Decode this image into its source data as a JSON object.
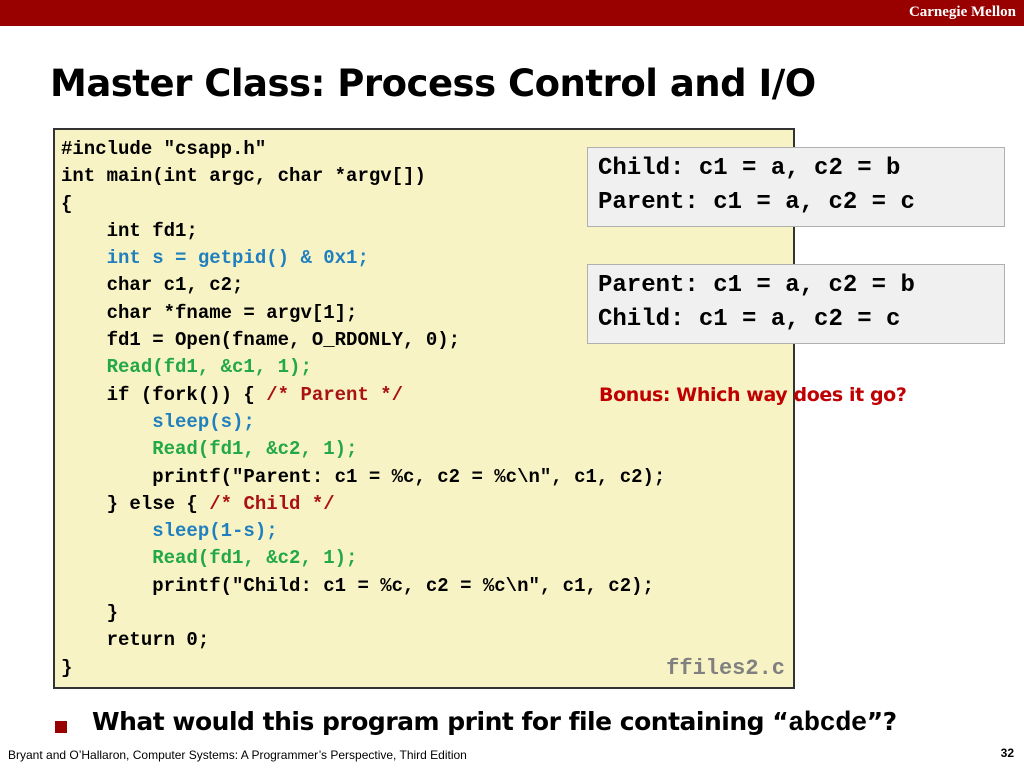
{
  "header": {
    "org": "Carnegie Mellon"
  },
  "slide": {
    "title": "Master Class: Process Control and I/O"
  },
  "code": {
    "filename": "ffiles2.c",
    "lines": [
      {
        "segments": [
          {
            "text": "#include \"csapp.h\"",
            "color": "black"
          }
        ]
      },
      {
        "segments": [
          {
            "text": "int main(int argc, char *argv[])",
            "color": "black"
          }
        ]
      },
      {
        "segments": [
          {
            "text": "{",
            "color": "black"
          }
        ]
      },
      {
        "segments": [
          {
            "text": "    int fd1;",
            "color": "black"
          }
        ]
      },
      {
        "segments": [
          {
            "text": "    int s = getpid() & 0x1;",
            "color": "blue"
          }
        ]
      },
      {
        "segments": [
          {
            "text": "    char c1, c2;",
            "color": "black"
          }
        ]
      },
      {
        "segments": [
          {
            "text": "    char *fname = argv[1];",
            "color": "black"
          }
        ]
      },
      {
        "segments": [
          {
            "text": "    fd1 = Open(fname, O_RDONLY, 0);",
            "color": "black"
          }
        ]
      },
      {
        "segments": [
          {
            "text": "    Read(fd1, &c1, 1);",
            "color": "green"
          }
        ]
      },
      {
        "segments": [
          {
            "text": "    if (fork()) { ",
            "color": "black"
          },
          {
            "text": "/* Parent */",
            "color": "red"
          }
        ]
      },
      {
        "segments": [
          {
            "text": "        sleep(s);",
            "color": "blue"
          }
        ]
      },
      {
        "segments": [
          {
            "text": "        Read(fd1, &c2, 1);",
            "color": "green"
          }
        ]
      },
      {
        "segments": [
          {
            "text": "        printf(\"Parent: c1 = %c, c2 = %c\\n\", c1, c2);",
            "color": "black"
          }
        ]
      },
      {
        "segments": [
          {
            "text": "    } else { ",
            "color": "black"
          },
          {
            "text": "/* Child */",
            "color": "red"
          }
        ]
      },
      {
        "segments": [
          {
            "text": "        sleep(1-s);",
            "color": "blue"
          }
        ]
      },
      {
        "segments": [
          {
            "text": "        Read(fd1, &c2, 1);",
            "color": "green"
          }
        ]
      },
      {
        "segments": [
          {
            "text": "        printf(\"Child: c1 = %c, c2 = %c\\n\", c1, c2);",
            "color": "black"
          }
        ]
      },
      {
        "segments": [
          {
            "text": "    }",
            "color": "black"
          }
        ]
      },
      {
        "segments": [
          {
            "text": "    return 0;",
            "color": "black"
          }
        ]
      },
      {
        "segments": [
          {
            "text": "}",
            "color": "black"
          }
        ]
      }
    ]
  },
  "outputs": [
    {
      "lines": [
        "Child: c1 = a, c2 = b",
        "Parent: c1 = a, c2 = c"
      ]
    },
    {
      "lines": [
        "Parent: c1 = a, c2 = b",
        "Child: c1 = a, c2 = c"
      ]
    }
  ],
  "bonus": "Bonus: Which way does it go?",
  "question": {
    "prefix": "What would this program print for file containing “",
    "code": "abcde",
    "suffix": "”?"
  },
  "footer": {
    "citation": "Bryant and O’Hallaron, Computer Systems: A Programmer’s Perspective, Third Edition",
    "page": "32"
  },
  "colors": {
    "brand": "#990000",
    "code_bg": "#f7f3c4",
    "blue": "#1f7fbf",
    "green": "#22a845",
    "red": "#aa1111",
    "bonus": "#c00000"
  }
}
